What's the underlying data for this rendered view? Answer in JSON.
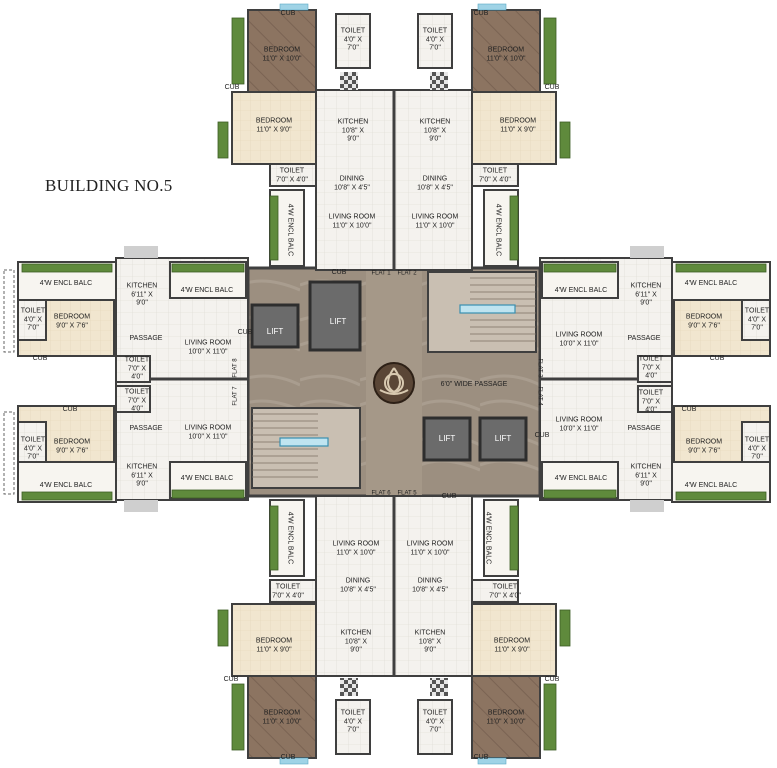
{
  "building_title": "BUILDING NO.5",
  "rooms": {
    "bedroom_master": "BEDROOM\n11'0\" X 10'0\"",
    "bedroom_2": "BEDROOM\n11'0\" X 9'0\"",
    "bedroom_side": "BEDROOM\n9'0\" X 7'6\"",
    "kitchen_main": "KITCHEN\n10'8\" X\n9'0\"",
    "kitchen_side": "KITCHEN\n6'11\" X\n9'0\"",
    "dining": "DINING\n10'8\" X 4'5\"",
    "living_main": "LIVING ROOM\n11'0\" X 10'0\"",
    "living_side": "LIVING ROOM\n10'0\" X 11'0\"",
    "toilet_tall": "TOILET\n4'0\" X\n7'0\"",
    "toilet_wide": "TOILET\n7'0\" X 4'0\"",
    "toilet_side": "TOILET\n7'0\" X\n4'0\"",
    "cub": "CUB",
    "encl_balc": "4'W ENCL BALC",
    "passage": "PASSAGE",
    "lift": "LIFT",
    "wide_passage": "6'0\" WIDE PASSAGE"
  },
  "flats": [
    "FLAT 1",
    "FLAT 2",
    "FLAT 3",
    "FLAT 4",
    "FLAT 5",
    "FLAT 6",
    "FLAT 7",
    "FLAT 8"
  ],
  "colors": {
    "wall": "#3f3f3f",
    "master_floor": "#8c7461",
    "room_floor": "#f1e6cf",
    "tile_floor": "#f4f2ee",
    "lobby_floor": "#9c8f80",
    "lift": "#6b6b6b",
    "balcony_green": "#5f8a3c",
    "window_blue": "#9fd3e6"
  }
}
